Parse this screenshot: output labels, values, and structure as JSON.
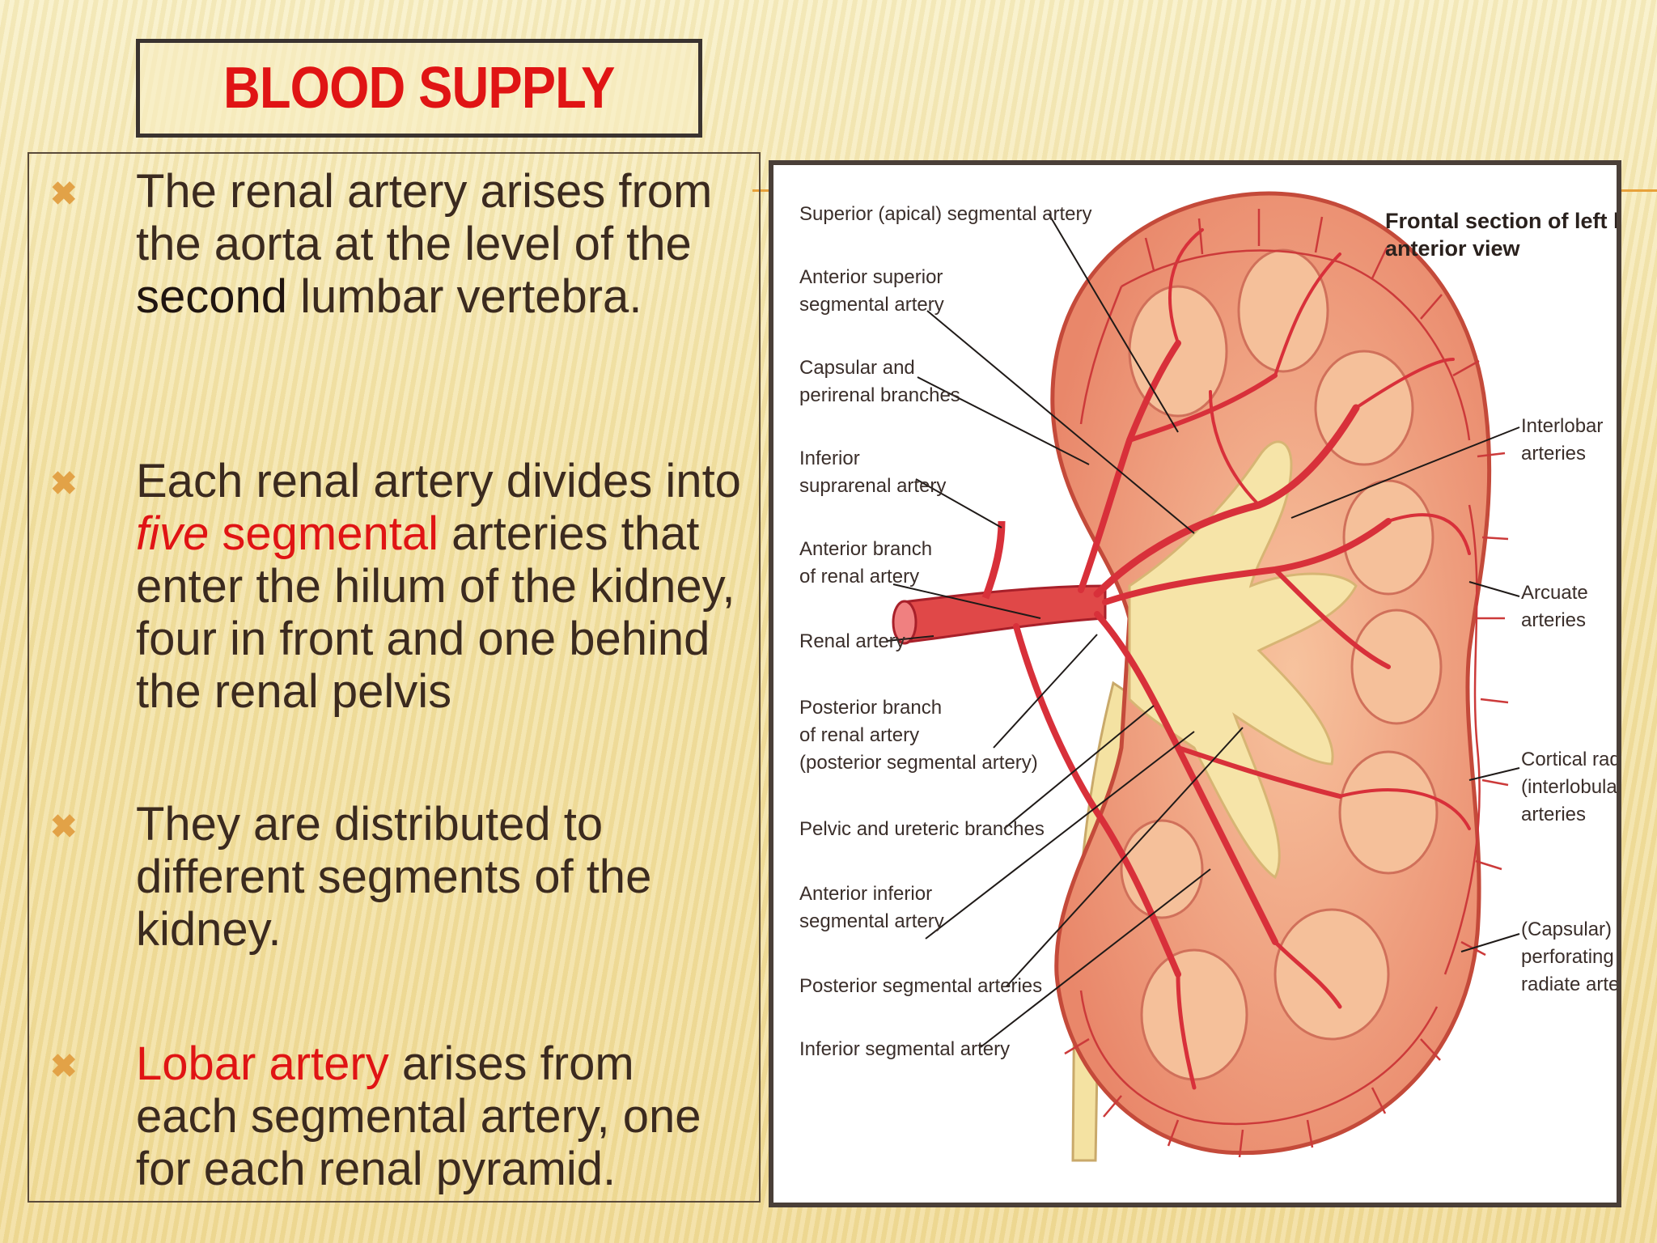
{
  "slide": {
    "title": "BLOOD SUPPLY",
    "bullet_icon": "x-mark-icon",
    "bullets": [
      {
        "segments": [
          {
            "text": "The renal artery arises from the aorta at the level of the ",
            "style": ""
          },
          {
            "text": "second",
            "style": "dark"
          },
          {
            "text": " lumbar vertebra.",
            "style": ""
          }
        ]
      },
      {
        "segments": [
          {
            "text": "Each renal artery divides into ",
            "style": ""
          },
          {
            "text": "five",
            "style": "red ital"
          },
          {
            "text": " ",
            "style": ""
          },
          {
            "text": "segmental",
            "style": "red"
          },
          {
            "text": " arteries that enter the hilum of the kidney, four in front and one behind the renal pelvis",
            "style": ""
          }
        ]
      },
      {
        "segments": [
          {
            "text": "They are distributed to different segments of the kidney.",
            "style": ""
          }
        ]
      },
      {
        "segments": [
          {
            "text": "Lobar artery",
            "style": "red"
          },
          {
            "text": " arises from each segmental artery, one for each renal pyramid.",
            "style": ""
          }
        ]
      }
    ]
  },
  "figure": {
    "title_line1": "Frontal section of left kidney",
    "title_line2": "anterior view",
    "left_labels": [
      [
        "Superior (apical) segmental artery"
      ],
      [
        "Anterior superior",
        "segmental artery"
      ],
      [
        "Capsular and",
        "perirenal branches"
      ],
      [
        "Inferior",
        "suprarenal artery"
      ],
      [
        "Anterior branch",
        "of renal artery"
      ],
      [
        "Renal artery"
      ],
      [
        "Posterior branch",
        "of renal artery",
        "(posterior segmental artery)"
      ],
      [
        "Pelvic and ureteric branches"
      ],
      [
        "Anterior inferior",
        "segmental artery"
      ],
      [
        "Posterior segmental arteries"
      ],
      [
        "Inferior segmental artery"
      ]
    ],
    "right_labels": [
      [
        "Interlobar",
        "arteries"
      ],
      [
        "Arcuate",
        "arteries"
      ],
      [
        "Cortical radiat",
        "(interlobular)",
        "arteries"
      ],
      [
        "(Capsular)",
        "perforating",
        "radiate artery"
      ]
    ],
    "colors": {
      "cortex": "#f0a57e",
      "artery": "#d8303a",
      "pelvis": "#f6e4a8",
      "pyramid": "#f3b48c"
    }
  }
}
